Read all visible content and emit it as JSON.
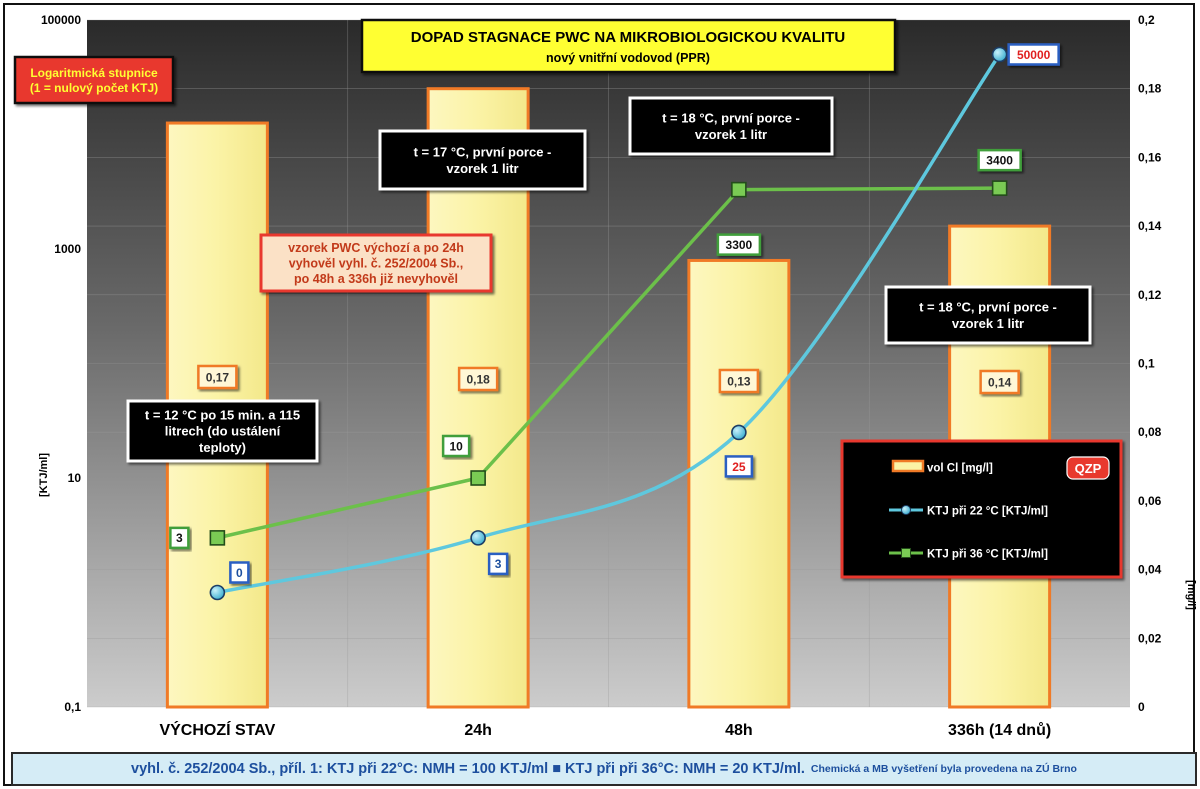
{
  "chart_data": {
    "type": "bar",
    "title": "DOPAD STAGNACE PWC NA MIKROBIOLOGICKOU KVALITU",
    "subtitle": "nový vnitřní vodovod  (PPR)",
    "categories": [
      "VÝCHOZÍ STAV",
      "24h",
      "48h",
      "336h (14 dnů)"
    ],
    "y_left": {
      "label": "[KTJ/ml]",
      "scale": "log",
      "range": [
        0.1,
        100000
      ],
      "ticks": [
        "0,1",
        "10",
        "1000",
        "100000"
      ]
    },
    "y_right": {
      "label": "[mg/l]",
      "range": [
        0,
        0.2
      ],
      "ticks": [
        "0",
        "0,02",
        "0,04",
        "0,06",
        "0,08",
        "0,1",
        "0,12",
        "0,14",
        "0,16",
        "0,18",
        "0,2"
      ]
    },
    "grid": true,
    "series": [
      {
        "name": "vol Cl [mg/l]",
        "kind": "bar",
        "axis": "right",
        "color": "#fbf3a6",
        "values": [
          0.17,
          0.18,
          0.13,
          0.14
        ],
        "labels": [
          "0,17",
          "0,18",
          "0,13",
          "0,14"
        ]
      },
      {
        "name": "KTJ při 22 °C [KTJ/ml]",
        "kind": "line",
        "axis": "left",
        "color": "#5ec8de",
        "plotted": [
          1,
          3,
          25,
          50000
        ],
        "labels": [
          "0",
          "3",
          "25",
          "50000"
        ]
      },
      {
        "name": "KTJ při 36 °C [KTJ/ml]",
        "kind": "line",
        "axis": "left",
        "color": "#6cc04a",
        "plotted": [
          3,
          10,
          3300,
          3400
        ],
        "labels": [
          "3",
          "10",
          "3300",
          "3400"
        ]
      }
    ],
    "annotations": {
      "log_note": [
        "Logaritmická stupnice",
        "(1 = nulový počet KTJ)"
      ],
      "condition_1": [
        "t = 12 °C po 15 min. a 115",
        "litrech (do ustálení",
        "teploty)"
      ],
      "condition_2": [
        "t = 17 °C, první porce -",
        "vzorek 1 litr"
      ],
      "condition_3": [
        "t = 18 °C, první porce -",
        "vzorek 1 litr"
      ],
      "condition_4": [
        "t = 18 °C, první porce -",
        "vzorek 1 litr"
      ],
      "compliance": [
        "vzorek PWC výchozí a po 24h",
        "vyhověl vyhl. č. 252/2004 Sb.,",
        "po 48h a 336h již nevyhověl"
      ],
      "logo": "QZP"
    },
    "legend_position": "right"
  },
  "footer": {
    "main": "vyhl. č. 252/2004 Sb., příl. 1: KTJ při 22°C: NMH = 100 KTJ/ml  ■  KTJ při při 36°C: NMH = 20 KTJ/ml.",
    "small": "Chemická a MB vyšetření byla provedena na ZÚ Brno"
  },
  "colors": {
    "bar_fill": "#fbf3a6",
    "bar_border": "#f07a26",
    "line_22": "#5ec8de",
    "line_36": "#6cc04a",
    "label_22_border": "#2c5fc2",
    "label_36_border": "#3f9e3a",
    "title_fill": "#ffff33",
    "note_fill": "#e8392d",
    "footer_text": "#1d4f9e"
  }
}
